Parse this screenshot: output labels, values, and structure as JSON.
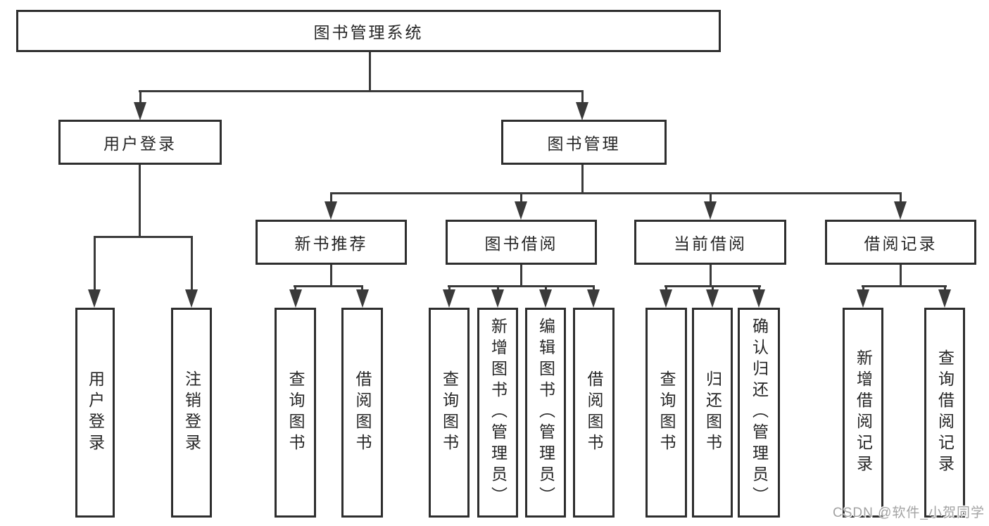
{
  "colors": {
    "background": "#ffffff",
    "line": "#3a3a3a",
    "box_border": "#2e2e2e",
    "text": "#262626",
    "watermark": "#a3a3a3"
  },
  "watermark": {
    "text": "CSDN @软件_小贺同学"
  },
  "tree": {
    "label": "图书管理系统",
    "children": [
      {
        "label": "用户登录",
        "children": [
          {
            "label": "用户登录"
          },
          {
            "label": "注销登录"
          }
        ]
      },
      {
        "label": "图书管理",
        "children": [
          {
            "label": "新书推荐",
            "children": [
              {
                "label": "查询图书"
              },
              {
                "label": "借阅图书"
              }
            ]
          },
          {
            "label": "图书借阅",
            "children": [
              {
                "label": "查询图书"
              },
              {
                "label": "新增图书（管理员）"
              },
              {
                "label": "编辑图书（管理员）"
              },
              {
                "label": "借阅图书"
              }
            ]
          },
          {
            "label": "当前借阅",
            "children": [
              {
                "label": "查询图书"
              },
              {
                "label": "归还图书"
              },
              {
                "label": "确认归还（管理员）"
              }
            ]
          },
          {
            "label": "借阅记录",
            "children": [
              {
                "label": "新增借阅记录"
              },
              {
                "label": "查询借阅记录"
              }
            ]
          }
        ]
      }
    ]
  }
}
